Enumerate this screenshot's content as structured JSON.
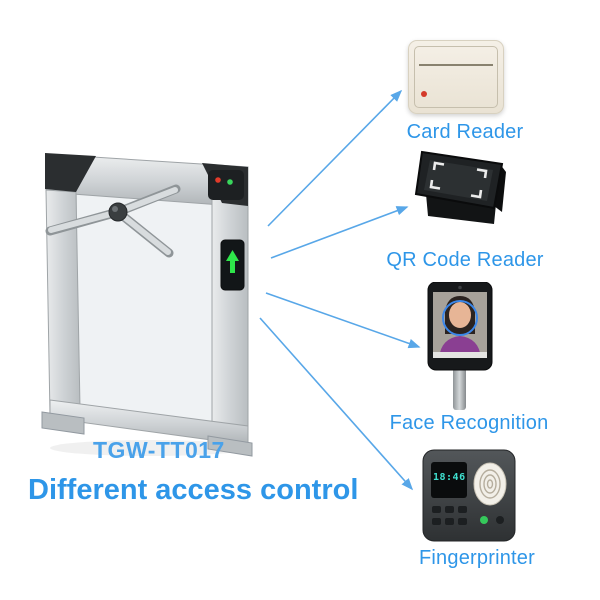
{
  "caption": {
    "model": "TGW-TT017",
    "tagline": "Different access control"
  },
  "colors": {
    "accent_blue": "#2e96e8",
    "arrow_blue": "#58a7e8",
    "page_bg": "#ffffff"
  },
  "turnstile": {
    "name": "tripod turnstile gate"
  },
  "accessories": [
    {
      "label": "Card Reader"
    },
    {
      "label": "QR Code Reader"
    },
    {
      "label": "Face Recognition"
    },
    {
      "label": "Fingerprinter",
      "screen_time": "18:46"
    }
  ]
}
